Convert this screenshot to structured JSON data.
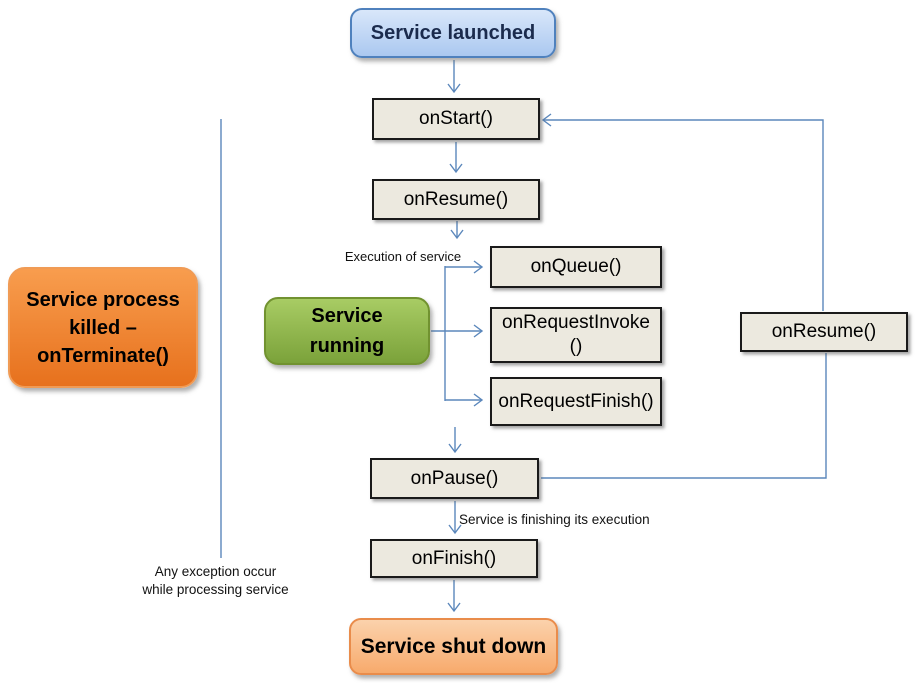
{
  "colors": {
    "connector": "#5b87bb",
    "node_fill": "#ece9df",
    "node_border": "#1a1a1a",
    "launch_top": "#d9e7fa",
    "launch_bottom": "#abc8f0",
    "launch_border": "#4f81bd",
    "launch_text": "#1b2b4d",
    "green_top": "#a8cc64",
    "green_bottom": "#7ba23a",
    "green_border": "#719230",
    "killed_top": "#f89d4e",
    "killed_bottom": "#e7711d",
    "killed_border": "#f09b55",
    "shutdown_top": "#fbd2ac",
    "shutdown_bottom": "#f7aa6c",
    "shutdown_border": "#e98c4b"
  },
  "nodes": {
    "service_launched": "Service launched",
    "on_start": "onStart()",
    "on_resume": "onResume()",
    "on_queue": "onQueue()",
    "on_request_invoke": "onRequestInvoke()",
    "on_request_finish": "onRequestFinish()",
    "service_running": "Service\nrunning",
    "on_resume_right": "onResume()",
    "on_pause": "onPause()",
    "on_finish": "onFinish()",
    "service_shut_down": "Service shut down",
    "service_process_killed": "Service process\nkilled –\nonTerminate()"
  },
  "labels": {
    "execution": "Execution of service",
    "finishing": "Service is finishing its execution",
    "exception": "Any exception occur\nwhile processing service"
  }
}
